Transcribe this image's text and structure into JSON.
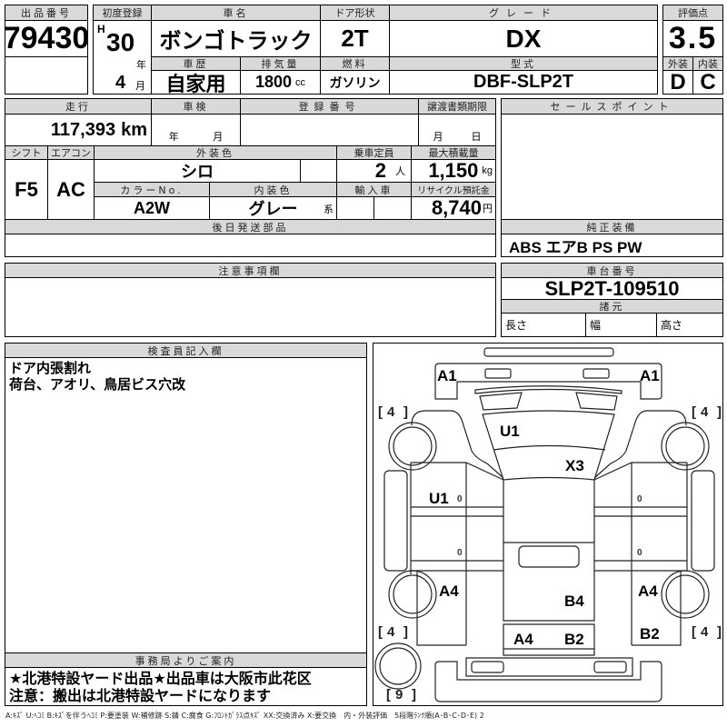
{
  "lot": {
    "label": "出品番号",
    "value": "79430"
  },
  "first_reg": {
    "label": "初度登録",
    "era": "H",
    "year": "30",
    "year_unit": "年",
    "month": "4",
    "month_unit": "月"
  },
  "car_name": {
    "label": "車名",
    "value": "ボンゴトラック"
  },
  "door": {
    "label": "ドア形状",
    "value": "2T"
  },
  "grade": {
    "label": "グレード",
    "value": "DX"
  },
  "history": {
    "label": "車歴",
    "value": "自家用"
  },
  "displacement": {
    "label": "排気量",
    "value": "1800",
    "unit": "cc"
  },
  "fuel": {
    "label": "燃料",
    "value": "ガソリン"
  },
  "model": {
    "label": "型式",
    "value": "DBF-SLP2T"
  },
  "score": {
    "label": "評価点",
    "value": "3.5",
    "ext_label": "外装",
    "int_label": "内装",
    "ext": "D",
    "int": "C"
  },
  "mileage": {
    "label": "走行",
    "value": "117,393",
    "unit": "km"
  },
  "inspection": {
    "label": "車検",
    "year_unit": "年",
    "month_unit": "月"
  },
  "reg_number": {
    "label": "登録番号"
  },
  "transfer_deadline": {
    "label": "譲渡書類期限",
    "month_unit": "月",
    "day_unit": "日"
  },
  "shift": {
    "label": "シフト",
    "value": "F5"
  },
  "aircon": {
    "label": "エアコン",
    "value": "AC"
  },
  "ext_color": {
    "label": "外装色",
    "value": "シロ"
  },
  "capacity": {
    "label": "乗車定員",
    "value": "2",
    "unit": "人"
  },
  "max_load": {
    "label": "最大積載量",
    "value": "1,150",
    "unit": "kg"
  },
  "color_no": {
    "label": "カラーNo.",
    "value": "A2W"
  },
  "int_color": {
    "label": "内装色",
    "value": "グレー",
    "unit": "系"
  },
  "import": {
    "label": "輸入車"
  },
  "recycle": {
    "label": "リサイクル預託金",
    "value": "8,740",
    "unit": "円"
  },
  "later_parts": {
    "label": "後日発送部品"
  },
  "sales_point": {
    "label": "セールスポイント"
  },
  "equipment": {
    "label": "純正装備",
    "value": "ABS エアB PS PW"
  },
  "notes": {
    "label": "注意事項欄"
  },
  "chassis": {
    "label": "車台番号",
    "value": "SLP2T-109510"
  },
  "specs": {
    "label": "諸元",
    "length": "長さ",
    "width": "幅",
    "height": "高さ"
  },
  "inspector": {
    "label": "検査員記入欄",
    "lines": [
      "ドア内張割れ",
      "荷台、アオリ、鳥居ビス穴改"
    ]
  },
  "office": {
    "label": "事務局よりご案内",
    "lines": [
      "★北港特設ヤード出品★出品車は大阪市此花区",
      "注意：搬出は北港特設ヤードになります"
    ]
  },
  "diagram": {
    "marks": [
      "A1",
      "A1",
      "U1",
      "X3",
      "U1",
      "A4",
      "A4",
      "B4",
      "A4",
      "B2",
      "B2"
    ],
    "tires": [
      "4",
      "4",
      "4",
      "4",
      "9"
    ],
    "zeros": [
      "0",
      "0",
      "0",
      "0"
    ]
  },
  "legend": "A:ｷｽﾞ U:ﾍｺﾐ B:ｷｽﾞを伴うﾍｺﾐ P:要塗装 W:補修跡 S:錆 C:腐食 G:ﾌﾛﾝﾄｶﾞﾗｽ点ｷｽﾞ XX:交換済み X:要交換　内・外装評価　5段階ﾗﾝｸ順(A･B･C･D･E) 2"
}
